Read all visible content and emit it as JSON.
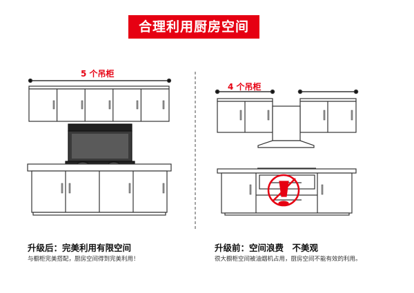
{
  "title": "合理利用厨房空间",
  "after": {
    "cabinet_label": "5 个吊柜",
    "heading": "升级后：完美利用有限空间",
    "description": "与橱柜完美搭配，厨房空间得到完美利用！"
  },
  "before": {
    "cabinet_label": "4 个吊柜",
    "heading": "升级前：空间浪费　不美观",
    "description": "很大橱柜空间被油烟机占用，厨房空间不能有效的利用。"
  },
  "colors": {
    "accent": "#e60012",
    "line": "#333333"
  }
}
